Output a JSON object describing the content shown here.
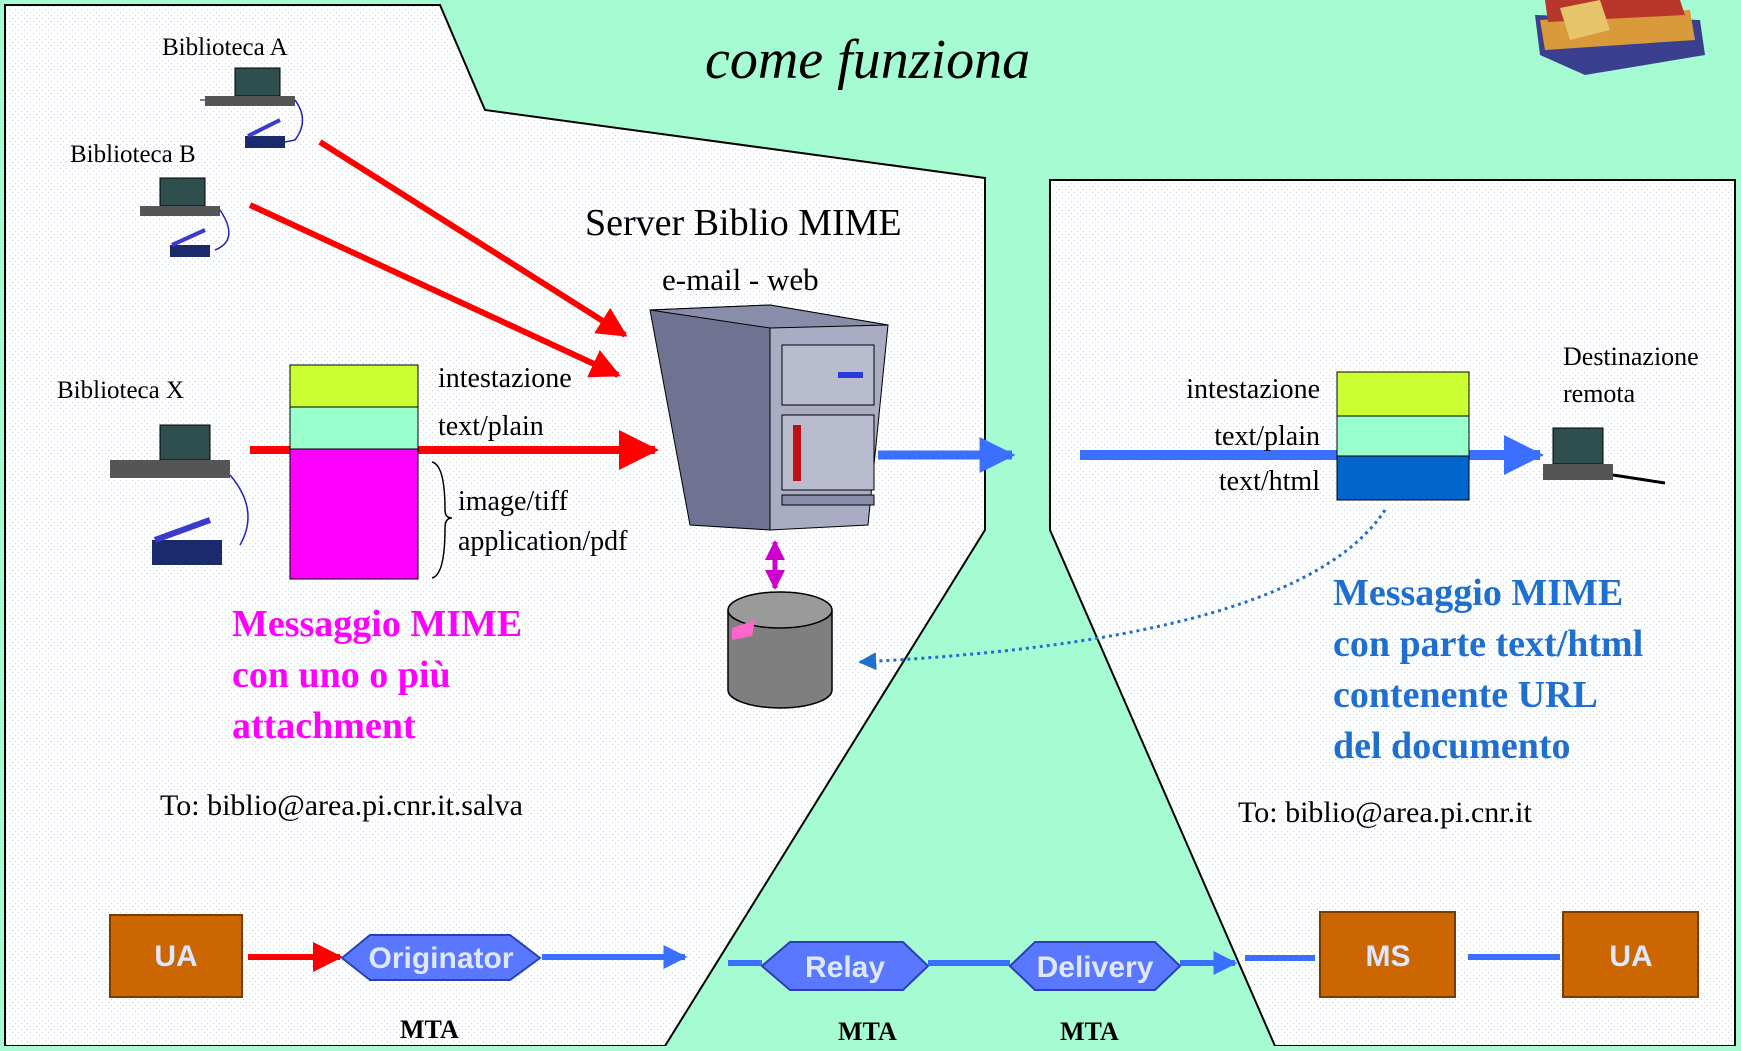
{
  "slide": {
    "subtitle": "come funziona",
    "server_title": "Server Biblio MIME",
    "server_subtitle": "e-mail - web"
  },
  "libraries": {
    "a": "Biblioteca A",
    "b": "Biblioteca B",
    "x": "Biblioteca X"
  },
  "left_message": {
    "part1": "intestazione",
    "part2": "text/plain",
    "part3a": "image/tiff",
    "part3b": "application/pdf",
    "caption": [
      "Messaggio MIME",
      "con uno o più",
      "attachment"
    ],
    "to": "To: biblio@area.pi.cnr.it.salva",
    "colors": {
      "header": "#ccff33",
      "text_plain": "#99ffcc",
      "attachment": "#ff00ff"
    }
  },
  "right_message": {
    "part1": "intestazione",
    "part2": "text/plain",
    "part3": "text/html",
    "destination": [
      "Destinazione",
      "remota"
    ],
    "caption": [
      "Messaggio MIME",
      "con parte text/html",
      "contenente URL",
      "del documento"
    ],
    "to": "To: biblio@area.pi.cnr.it",
    "colors": {
      "header": "#ccff33",
      "text_plain": "#99ffcc",
      "text_html": "#0066cc"
    }
  },
  "pipeline": {
    "ua_left": "UA",
    "originator": "Originator",
    "relay": "Relay",
    "delivery": "Delivery",
    "ms": "MS",
    "ua_right": "UA",
    "mta1": "MTA",
    "mta2": "MTA",
    "mta3": "MTA"
  },
  "colors": {
    "background": "#a6fcd2",
    "panel": "#ffffff",
    "red_arrow": "#ff0000",
    "blue_arrow": "#3a6fff",
    "ua_box": "#cc6600",
    "mta_box": "#5a78ff"
  }
}
